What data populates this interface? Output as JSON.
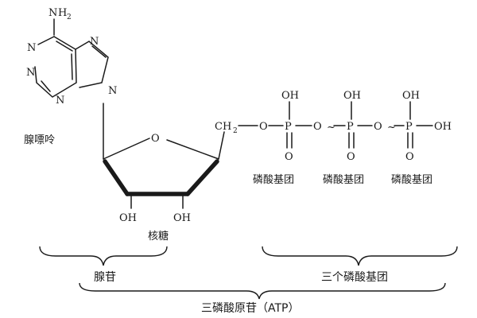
{
  "adenine": {
    "label": "腺嘌呤",
    "amino_N": "N",
    "amino_H": "H",
    "amino_sub": "2",
    "ring_atoms": [
      "N",
      "N",
      "N",
      "N",
      "N"
    ]
  },
  "ribose": {
    "label": "核糖",
    "ring_O": "O",
    "oh_left": "OH",
    "oh_right": "OH"
  },
  "chain": {
    "ch2": "CH",
    "ch2_sub": "2",
    "bridge_O": "O",
    "P": "P",
    "oh_top": "OH",
    "oh_end": "OH",
    "dbl_O": "O",
    "tilde": "~"
  },
  "phosphate_labels": [
    "磷酸基团",
    "磷酸基团",
    "磷酸基团"
  ],
  "braces": {
    "adenosine": "腺苷",
    "three_phosphates": "三个磷酸基团",
    "atp": "三磷酸原苷（ATP）"
  }
}
